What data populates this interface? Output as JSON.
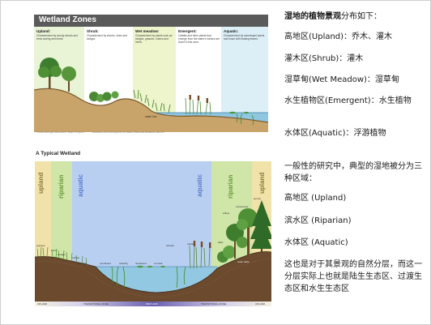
{
  "fig1": {
    "title": "Wetland Zones",
    "zones": [
      {
        "label": "Upland:",
        "desc": "Characterized by woody shrubs and trees seeing and forest."
      },
      {
        "label": "Shrub:",
        "desc": "Characterized by shrubs, vines and sedges."
      },
      {
        "label": "Wet meadow:",
        "desc": "Characterized by plants such as sedges, grasses, rushes and herbs."
      },
      {
        "label": "Emergent:",
        "desc": "Cattails and other plants that emerge from the water's surface are found in this zone."
      },
      {
        "label": "Aquatic:",
        "desc": "Characterized by submerged plants and those with floating leaves."
      }
    ],
    "water_level": "water line",
    "credit_left": "©2010 Michigan Sea Grant / Major Program",
    "credit_right": "Illustration and photography by Sarah Rowe and Elizabeth LaPorte"
  },
  "fig2": {
    "title": "A Typical Wetland",
    "vlabels": {
      "upland_left": "upland",
      "riparian_left": "riparian",
      "aquatic_left": "aquatic",
      "aquatic_right": "aquatic",
      "riparian_right": "riparian",
      "upland_right": "upland"
    },
    "bar": {
      "upland_left": "UPLAND",
      "trans_left": "TRANSITIONAL ZONE",
      "wetland": "WETLAND",
      "trans_right": "TRANSITIONAL ZONE",
      "upland_right": "UPLAND"
    },
    "annotations": {
      "grasses": "grasses",
      "forbs": "forbs",
      "sedges": "sedges",
      "rushes": "rushes",
      "reed_flats": "reed flats",
      "pondweed": "pondweed",
      "waterlily": "waterlily",
      "bulrush": "bulrush",
      "cattail": "cattail",
      "duckweed": "duckweed",
      "coontail": "coontail",
      "cottonwood": "cottonwood",
      "willow": "willow",
      "spruce": "spruce",
      "alder": "alder",
      "water_table": "water table"
    }
  },
  "text": {
    "heading_bold": "湿地的植物景观",
    "heading_rest": "分布如下：",
    "list1": [
      "高地区(Upland)：乔木、灌木",
      "灌木区(Shrub)：灌木",
      "湿草甸(Wet Meadow)：湿草甸",
      "水生植物区(Emergent)：水生植物",
      "水体区(Aquatic)：浮游植物"
    ],
    "intro2": "一般性的研究中，典型的湿地被分为三种区域：",
    "list2": [
      "高地区 (Upland)",
      "滨水区 (Riparian)",
      "水体区 (Aquatic)"
    ],
    "closing": "这也是对于其景观的自然分层，而这一分层实际上也就是陆生生态区、过渡生态区和水生生态区"
  },
  "colors": {
    "upland_bg": "#e9f3d6",
    "shrub_bg": "#ffffff",
    "meadow_bg": "#eef4cc",
    "emergent_bg": "#ffffff",
    "aquatic_bg": "#dceff6",
    "soil": "#c9a46a",
    "water": "#8fc6e0",
    "riparian_band": "#cfe6a8",
    "aquatic_band": "#b9cff2",
    "upland_band": "#f0e2a8"
  }
}
